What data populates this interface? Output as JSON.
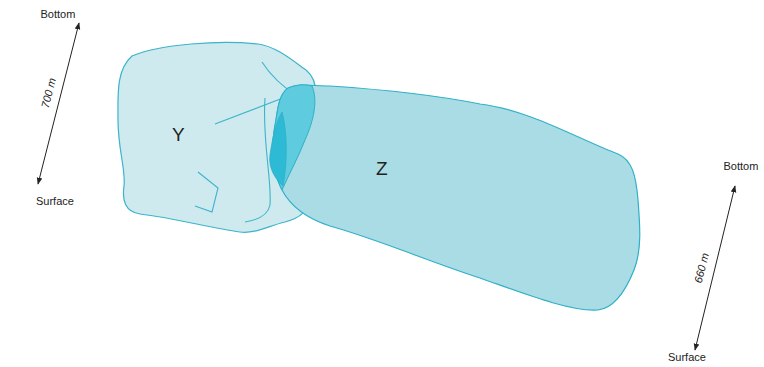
{
  "diagram": {
    "nodes": [
      {
        "text": [
          "Y"
        ]
      },
      {
        "text": [
          "Z"
        ]
      }
    ],
    "labels": [
      "Bottom",
      "700 m",
      "Surface",
      "Bottom",
      "660 m",
      "Surface"
    ]
  }
}
